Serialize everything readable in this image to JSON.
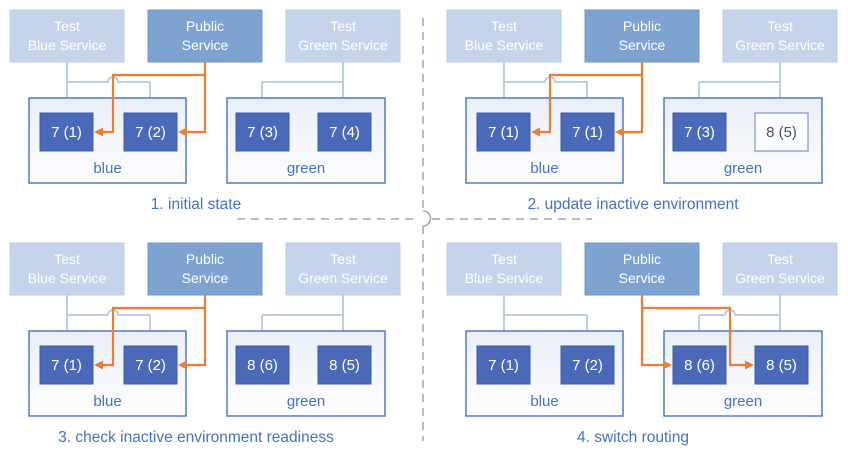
{
  "panels": [
    {
      "caption": "1. initial state",
      "services": [
        {
          "line1": "Test",
          "line2": "Blue Service"
        },
        {
          "line1": "Public",
          "line2": "Service"
        },
        {
          "line1": "Test",
          "line2": "Green Service"
        }
      ],
      "environments": [
        {
          "name": "blue",
          "pods": [
            "7 (1)",
            "7 (2)"
          ]
        },
        {
          "name": "green",
          "pods": [
            "7 (3)",
            "7 (4)"
          ]
        }
      ]
    },
    {
      "caption": "2. update inactive environment",
      "services": [
        {
          "line1": "Test",
          "line2": "Blue Service"
        },
        {
          "line1": "Public",
          "line2": "Service"
        },
        {
          "line1": "Test",
          "line2": "Green Service"
        }
      ],
      "environments": [
        {
          "name": "blue",
          "pods": [
            "7 (1)",
            "7 (1)"
          ]
        },
        {
          "name": "green",
          "pods": [
            "7 (3)",
            "8 (5)"
          ]
        }
      ]
    },
    {
      "caption": "3. check inactive environment readiness",
      "services": [
        {
          "line1": "Test",
          "line2": "Blue Service"
        },
        {
          "line1": "Public",
          "line2": "Service"
        },
        {
          "line1": "Test",
          "line2": "Green Service"
        }
      ],
      "environments": [
        {
          "name": "blue",
          "pods": [
            "7 (1)",
            "7 (2)"
          ]
        },
        {
          "name": "green",
          "pods": [
            "8 (6)",
            "8 (5)"
          ]
        }
      ]
    },
    {
      "caption": "4. switch routing",
      "services": [
        {
          "line1": "Test",
          "line2": "Blue Service"
        },
        {
          "line1": "Public",
          "line2": "Service"
        },
        {
          "line1": "Test",
          "line2": "Green Service"
        }
      ],
      "environments": [
        {
          "name": "blue",
          "pods": [
            "7 (1)",
            "7 (2)"
          ]
        },
        {
          "name": "green",
          "pods": [
            "8 (6)",
            "8 (5)"
          ]
        }
      ]
    }
  ],
  "colors": {
    "service_test_fill": "#c5d4eb",
    "service_public_fill": "#7ea3d1",
    "pod_fill": "#4a69b8",
    "pod_inactive_fill": "#fbfcfe",
    "pod_inactive_text": "#44546a",
    "environment_border": "#4472c4",
    "test_connector": "#b4c7e7",
    "public_route": "#ed7d31",
    "caption_text": "#4472c4",
    "divider": "#a6a6a6"
  }
}
